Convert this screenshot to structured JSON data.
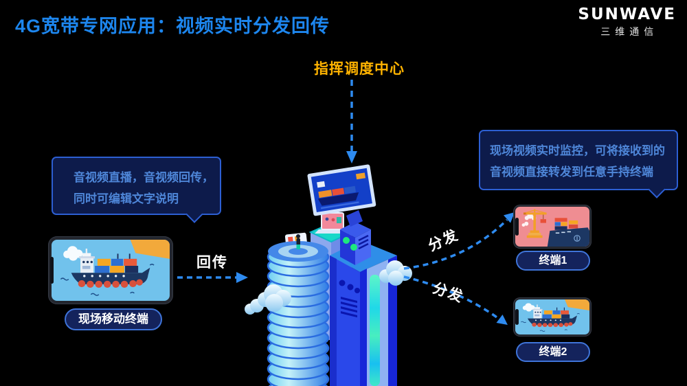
{
  "header": {
    "title": "4G宽带专网应用：视频实时分发回传",
    "logo_brand": "SUNWAVE",
    "logo_sub": "三维通信"
  },
  "command_center": {
    "label": "指挥调度中心"
  },
  "callout_left": {
    "line1": "音视频直播，音视频回传，",
    "line2": "同时可编辑文字说明"
  },
  "callout_right": {
    "line1": "现场视频实时监控，可将接收到的",
    "line2": "音视频直接转发到任意手持终端"
  },
  "flows": {
    "backhaul": "回传",
    "distribute1": "分发",
    "distribute2": "分发"
  },
  "devices": {
    "field": "现场移动终端",
    "t1": "终端1",
    "t2": "终端2"
  },
  "icons": {
    "center": "server-tower-illustration",
    "field_screen": "cargo-ship-scene",
    "t1_screen": "port-crane-scene",
    "t2_screen": "cargo-ship-scene"
  },
  "colors": {
    "background": "#000000",
    "title_blue": "#1d86ee",
    "accent_orange": "#ffb300",
    "arrow_blue": "#2e8bf0",
    "callout_bg": "#0d1b4b",
    "callout_border": "#2d5fd3",
    "callout_text": "#4e86d8",
    "pill_bg": "#14235c",
    "pill_border": "#3f74d9",
    "glow_green": "#35e8c0"
  }
}
